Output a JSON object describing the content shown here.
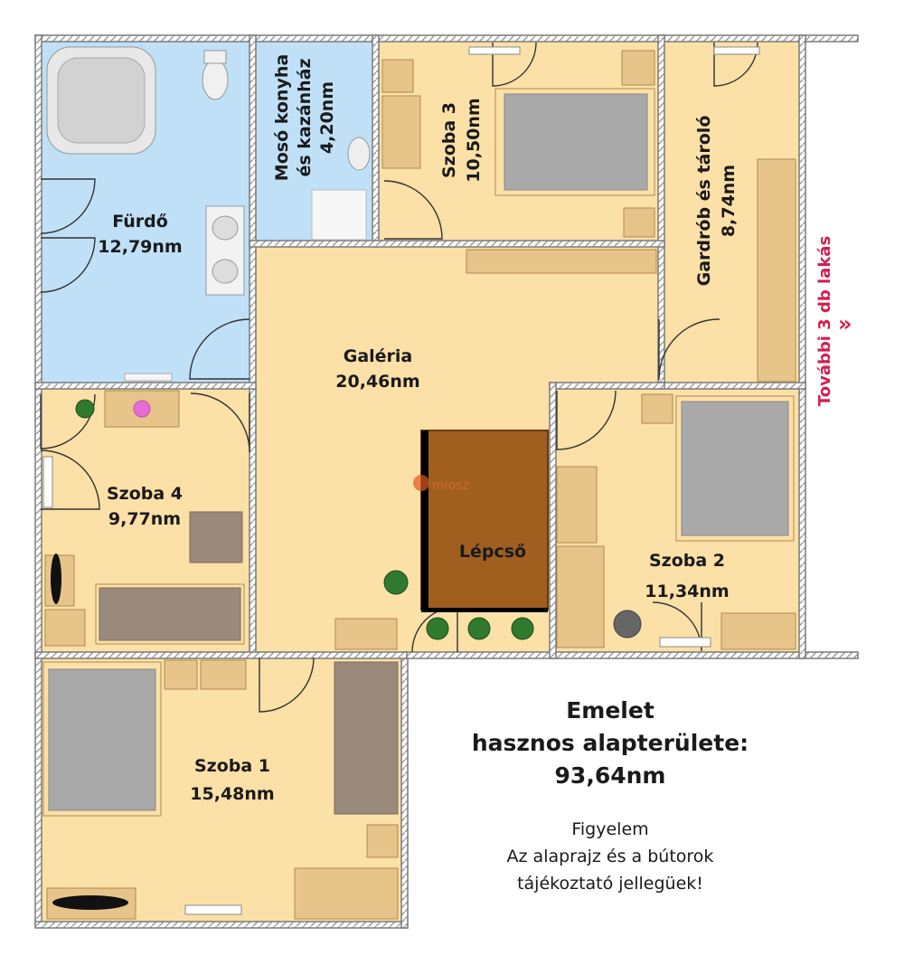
{
  "rooms": {
    "furdo": {
      "name": "Fürdő",
      "area": "12,79nm"
    },
    "moso": {
      "name1": "Mosó konyha",
      "name2": "és kazánház",
      "area": "4,20nm"
    },
    "szoba3": {
      "name": "Szoba 3",
      "area": "10,50nm"
    },
    "gardrob": {
      "name": "Gardrób és tároló",
      "area": "8,74nm"
    },
    "galeria": {
      "name": "Galéria",
      "area": "20,46nm"
    },
    "szoba4": {
      "name": "Szoba 4",
      "area": "9,77nm"
    },
    "lepcso": {
      "name": "Lépcső"
    },
    "szoba2": {
      "name": "Szoba 2",
      "area": "11,34nm"
    },
    "szoba1": {
      "name": "Szoba 1",
      "area": "15,48nm"
    }
  },
  "summary": {
    "line1": "Emelet",
    "line2": "hasznos alapterülete:",
    "line3": "93,64nm"
  },
  "note": {
    "line1": "Figyelem",
    "line2": "Az alaprajz és a bútorok",
    "line3": "tájékoztató jellegüek!"
  },
  "side_text": "További 3 db lakás",
  "side_arrow": "»",
  "watermark": "miosz",
  "colors": {
    "floor": "#fbe0a7",
    "bath": "#bfe0f7",
    "wall": "#7a7a7a",
    "stairs": "#a05f1f",
    "accent": "#d11f4f"
  }
}
